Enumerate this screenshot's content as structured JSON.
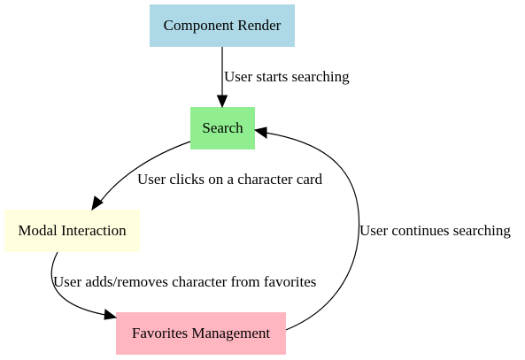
{
  "diagram": {
    "nodes": {
      "component_render": {
        "label": "Component Render",
        "color": "#add8e6"
      },
      "search": {
        "label": "Search",
        "color": "#90ee90"
      },
      "modal_interaction": {
        "label": "Modal Interaction",
        "color": "#ffffe0"
      },
      "favorites_management": {
        "label": "Favorites Management",
        "color": "#ffb6c1"
      }
    },
    "edges": {
      "render_to_search": {
        "label": "User starts searching"
      },
      "search_to_modal": {
        "label": "User clicks on a character card"
      },
      "modal_to_favorites": {
        "label": "User adds/removes character from favorites"
      },
      "favorites_to_search": {
        "label": "User continues searching"
      }
    }
  }
}
